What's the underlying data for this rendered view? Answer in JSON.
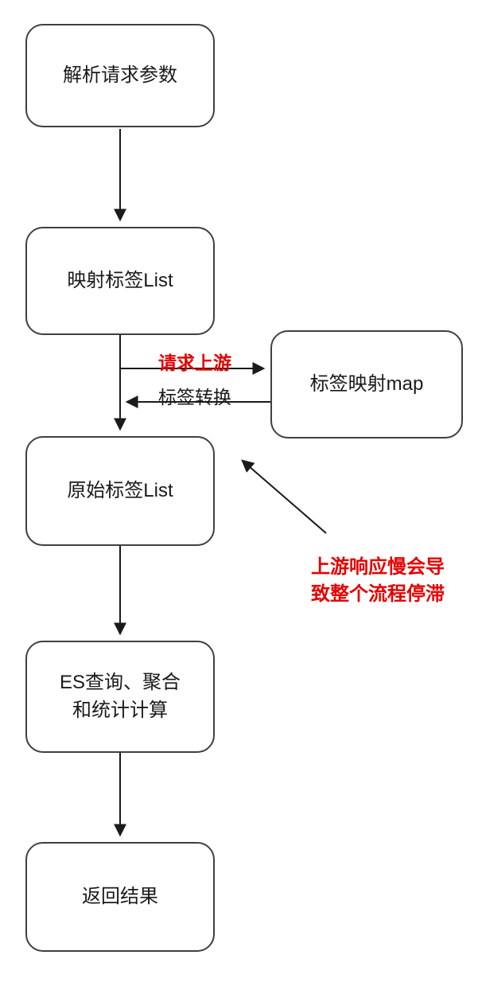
{
  "diagram": {
    "title": "",
    "nodes": {
      "parse": {
        "label": "解析请求参数"
      },
      "mapped_list": {
        "label": "映射标签List"
      },
      "mapping_map": {
        "label": "标签映射map"
      },
      "raw_list": {
        "label": "原始标签List"
      },
      "es_compute": {
        "label": "ES查询、聚合\n和统计计算"
      },
      "result": {
        "label": "返回结果"
      }
    },
    "edges": {
      "request_upstream": {
        "label": "请求上游",
        "color": "#e60000"
      },
      "label_convert": {
        "label": "标签转换",
        "color": "#1a1a1a"
      }
    },
    "annotation": {
      "text": "上游响应慢会导\n致整个流程停滞",
      "color": "#e60000"
    },
    "colors": {
      "box_border": "#404040",
      "arrow": "#1a1a1a",
      "text": "#1a1a1a",
      "accent_red": "#e60000",
      "background": "#ffffff"
    },
    "flow_order": [
      "解析请求参数",
      "映射标签List",
      "原始标签List",
      "ES查询、聚合和统计计算",
      "返回结果"
    ]
  }
}
